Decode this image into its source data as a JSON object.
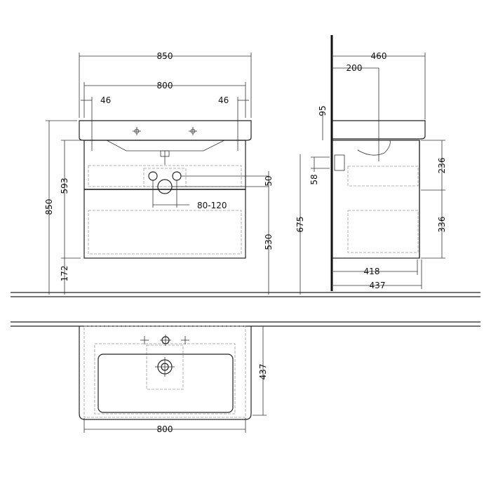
{
  "front_view": {
    "overall_width": "850",
    "basin_width": "800",
    "left_offset": "46",
    "right_offset": "46",
    "overall_height": "850",
    "cabinet_height": "593",
    "floor_clearance": "172",
    "waste_offset": "50",
    "waste_height": "530",
    "supply_spacing": "80-120"
  },
  "side_view": {
    "overall_depth": "460",
    "tap_distance": "200",
    "basin_thickness": "95",
    "drawer_offset": "58",
    "drawer_height_mark": "675",
    "top_drawer": "236",
    "bottom_drawer": "336",
    "cabinet_depth_inner": "418",
    "cabinet_depth": "437"
  },
  "plan_view": {
    "width": "800",
    "depth": "437"
  }
}
